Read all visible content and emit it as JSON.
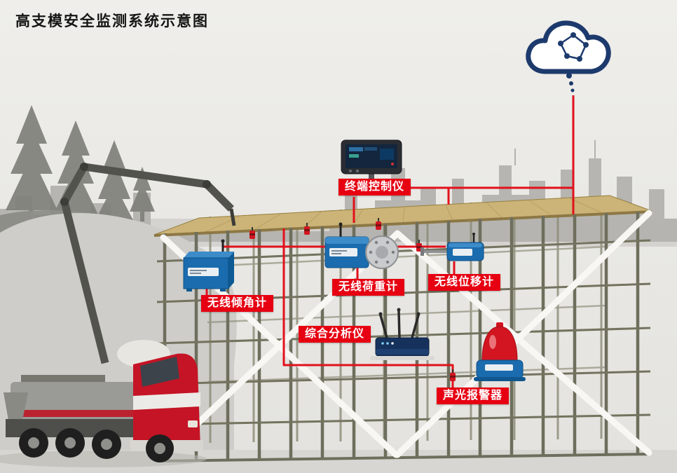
{
  "title": "高支模安全监测系统示意图",
  "icons": {
    "cloud": "cloud-network-icon"
  },
  "devices": {
    "terminal": {
      "label": "终端控制仪"
    },
    "inclinometer": {
      "label": "无线倾角计"
    },
    "load_cell": {
      "label": "无线荷重计"
    },
    "displacement": {
      "label": "无线位移计"
    },
    "analyzer": {
      "label": "综合分析仪"
    },
    "alarm": {
      "label": "声光报警器"
    }
  },
  "colors": {
    "accent_red": "#e2111c",
    "label_background": "#e60012",
    "label_text": "#ffffff",
    "cloud_navy": "#1d3a6d",
    "device_blue": "#1a6cae",
    "deck_tan": "#ccb377",
    "background_gray": "#e9e8e4"
  }
}
